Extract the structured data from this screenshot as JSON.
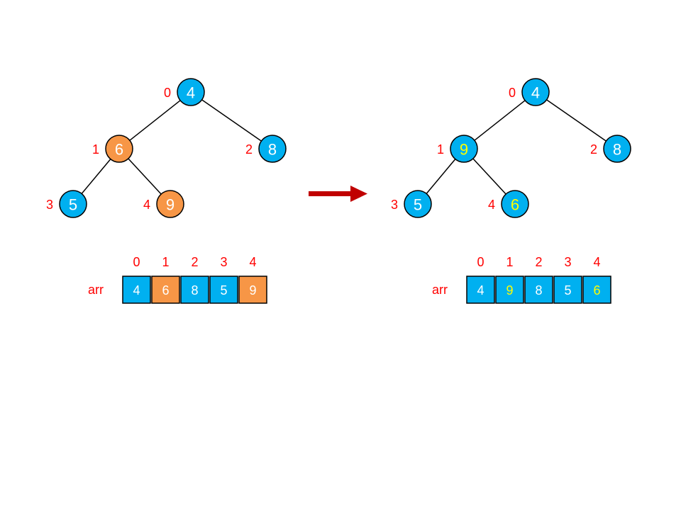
{
  "colors": {
    "blue": "#00b0f0",
    "orange": "#f79646",
    "white_text": "#ffffff",
    "yellow_text": "#ffff00",
    "index_red": "#ff0000",
    "arrow_red": "#c00000",
    "stroke": "#000000"
  },
  "array_label": "arr",
  "left": {
    "nodes": [
      {
        "index": "0",
        "value": "4",
        "fill": "blue",
        "text": "white"
      },
      {
        "index": "1",
        "value": "6",
        "fill": "orange",
        "text": "white"
      },
      {
        "index": "2",
        "value": "8",
        "fill": "blue",
        "text": "white"
      },
      {
        "index": "3",
        "value": "5",
        "fill": "blue",
        "text": "white"
      },
      {
        "index": "4",
        "value": "9",
        "fill": "orange",
        "text": "white"
      }
    ],
    "array": {
      "indices": [
        "0",
        "1",
        "2",
        "3",
        "4"
      ],
      "cells": [
        {
          "value": "4",
          "fill": "blue",
          "text": "white"
        },
        {
          "value": "6",
          "fill": "orange",
          "text": "white"
        },
        {
          "value": "8",
          "fill": "blue",
          "text": "white"
        },
        {
          "value": "5",
          "fill": "blue",
          "text": "white"
        },
        {
          "value": "9",
          "fill": "orange",
          "text": "white"
        }
      ]
    }
  },
  "right": {
    "nodes": [
      {
        "index": "0",
        "value": "4",
        "fill": "blue",
        "text": "white"
      },
      {
        "index": "1",
        "value": "9",
        "fill": "blue",
        "text": "yellow"
      },
      {
        "index": "2",
        "value": "8",
        "fill": "blue",
        "text": "white"
      },
      {
        "index": "3",
        "value": "5",
        "fill": "blue",
        "text": "white"
      },
      {
        "index": "4",
        "value": "6",
        "fill": "blue",
        "text": "yellow"
      }
    ],
    "array": {
      "indices": [
        "0",
        "1",
        "2",
        "3",
        "4"
      ],
      "cells": [
        {
          "value": "4",
          "fill": "blue",
          "text": "white"
        },
        {
          "value": "9",
          "fill": "blue",
          "text": "yellow"
        },
        {
          "value": "8",
          "fill": "blue",
          "text": "white"
        },
        {
          "value": "5",
          "fill": "blue",
          "text": "white"
        },
        {
          "value": "6",
          "fill": "blue",
          "text": "yellow"
        }
      ]
    }
  }
}
